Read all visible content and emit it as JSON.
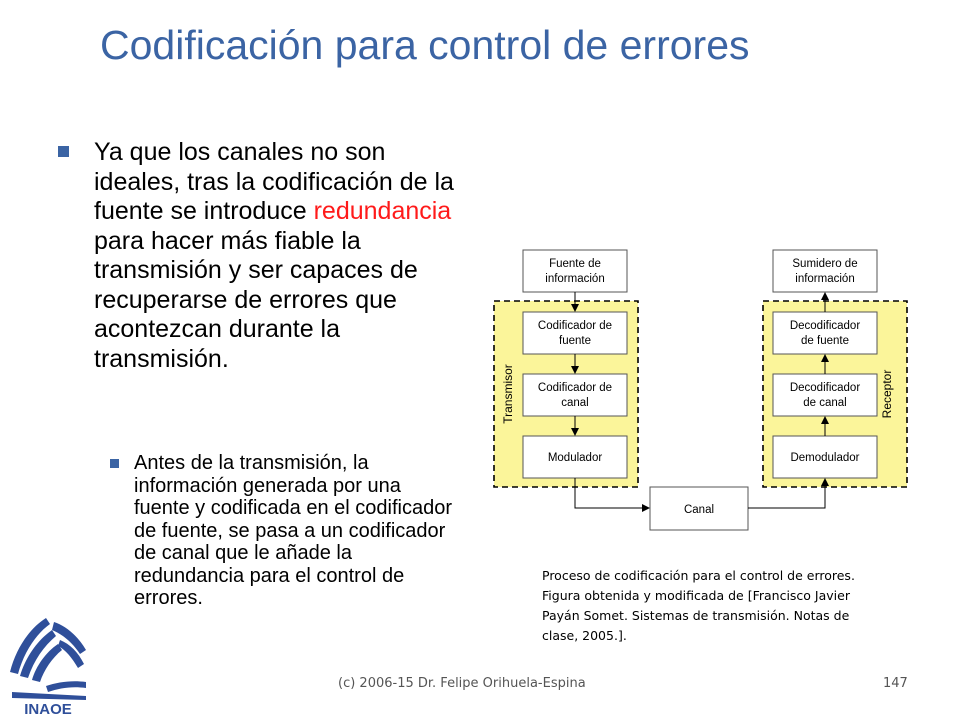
{
  "slide": {
    "title": "Codificación para control de errores",
    "bullet_main": {
      "before": "Ya que los canales no son ideales, tras la codificación de la fuente se introduce ",
      "highlight": "redundancia",
      "after": " para hacer más fiable la transmisión y ser capaces de recuperarse de errores que acontezcan durante la transmisión."
    },
    "bullet_sub": "Antes de la transmisión, la información generada por una fuente y codificada en el codificador de fuente, se pasa a un codificador de canal que le añade la redundancia para el control de errores.",
    "caption": "Proceso de codificación para el control de errores. Figura obtenida y modificada de [Francisco Javier Payán Somet. Sistemas de transmisión. Notas de clase, 2005.].",
    "footer": "(c) 2006-15 Dr. Felipe Orihuela-Espina",
    "page_number": "147"
  },
  "diagram": {
    "source_line1": "Fuente de",
    "source_line2": "información",
    "sink_line1": "Sumidero de",
    "sink_line2": "información",
    "src_coder_line1": "Codificador de",
    "src_coder_line2": "fuente",
    "ch_coder_line1": "Codificador de",
    "ch_coder_line2": "canal",
    "modulator": "Modulador",
    "src_decoder_line1": "Decodificador",
    "src_decoder_line2": "de fuente",
    "ch_decoder_line1": "Decodificador",
    "ch_decoder_line2": "de canal",
    "demodulator": "Demodulador",
    "channel": "Canal",
    "transmitter_label": "Transmisor",
    "receiver_label": "Receptor"
  },
  "logo": {
    "text": "INAOE"
  },
  "colors": {
    "title": "#3b64a4",
    "highlight": "#ff1a1a",
    "dashed_region_fill": "#fbf59a",
    "logo_blue": "#2f4f9a"
  }
}
